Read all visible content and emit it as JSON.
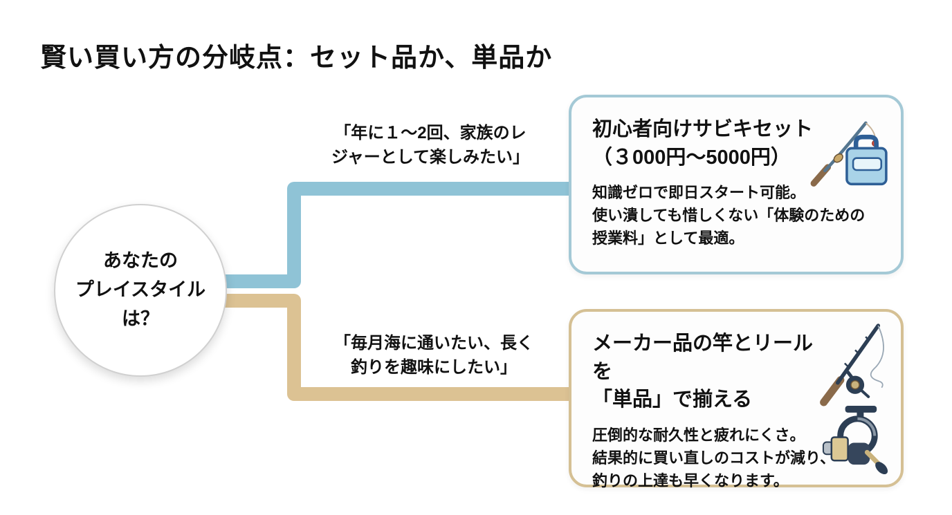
{
  "page": {
    "title": "賢い買い方の分岐点：セット品か、単品か",
    "background": "#ffffff"
  },
  "decision_node": {
    "label": "あなたの\nプレイスタイル\nは？"
  },
  "branches": [
    {
      "id": "beginner-set",
      "condition": "「年に１〜2回、家族のレ\nジャーとして楽しみたい」",
      "color": "#8fc3d6",
      "card": {
        "title": "初心者向けサビキセット\n（３000円〜5000円）",
        "body": "知識ゼロで即日スタート可能。\n使い潰しても惜しくない「体験のための\n授業料」として最適。",
        "border_color": "#a4c9d6",
        "icons": [
          "fishing-rod-and-bag-icon"
        ]
      }
    },
    {
      "id": "brand-tanpin",
      "condition": "「毎月海に通いたい、長く\n釣りを趣味にしたい」",
      "color": "#dcc293",
      "card": {
        "title": "メーカー品の竿とリールを\n「単品」で揃える",
        "body": "圧倒的な耐久性と疲れにくさ。\n結果的に買い直しのコストが減り、\n釣りの上達も早くなります。",
        "border_color": "#d5c094",
        "icons": [
          "fishing-rod-with-reel-icon",
          "spinning-reel-icon"
        ]
      }
    }
  ]
}
